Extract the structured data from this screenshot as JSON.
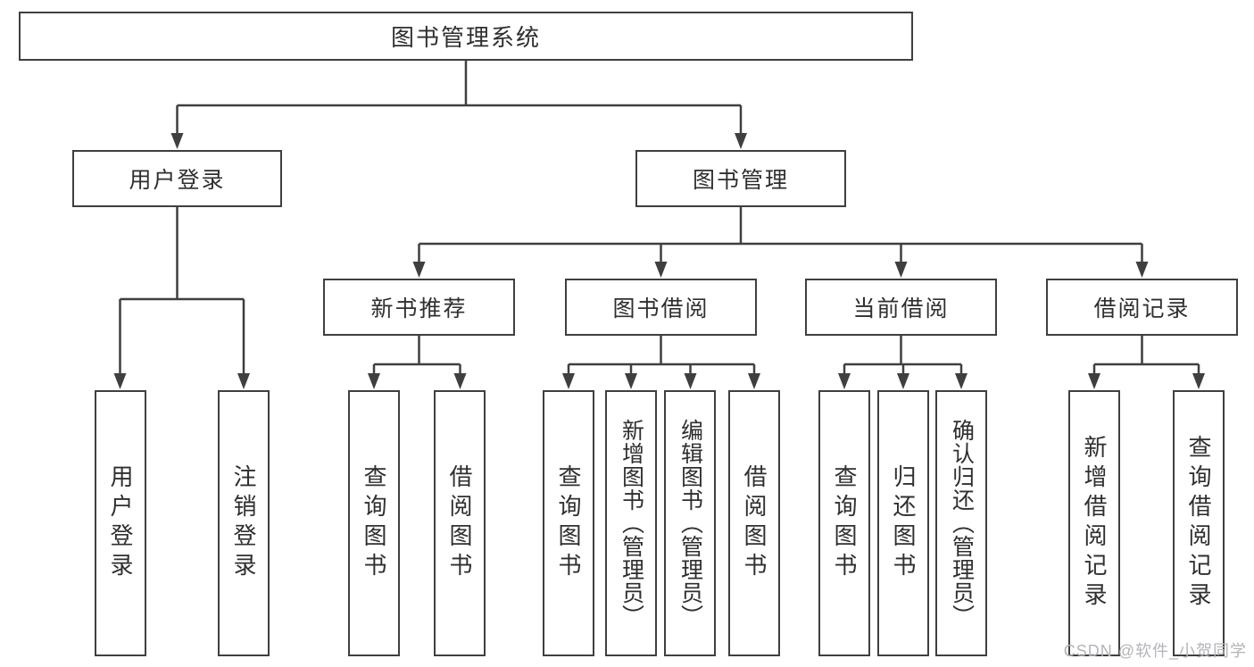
{
  "diagram": {
    "title": "图书管理系统",
    "colors": {
      "line": "#3f3f3f",
      "text": "#2f2f2f",
      "watermark": "#b4b4b9",
      "background": "#ffffff"
    },
    "nodes": {
      "root": "图书管理系统",
      "user_login": "用户登录",
      "book_mgmt": "图书管理",
      "l3": [
        "新书推荐",
        "图书借阅",
        "当前借阅",
        "借阅记录"
      ],
      "leaves_user": [
        "用户登录",
        "注销登录"
      ],
      "leaves_recommend": [
        "查询图书",
        "借阅图书"
      ],
      "leaves_borrow": [
        "查询图书",
        "新增图书（管理员）",
        "编辑图书（管理员）",
        "借阅图书"
      ],
      "leaves_current": [
        "查询图书",
        "归还图书",
        "确认归还（管理员）"
      ],
      "leaves_records": [
        "新增借阅记录",
        "查询借阅记录"
      ]
    },
    "watermark": "CSDN @软件_小贺同学"
  }
}
